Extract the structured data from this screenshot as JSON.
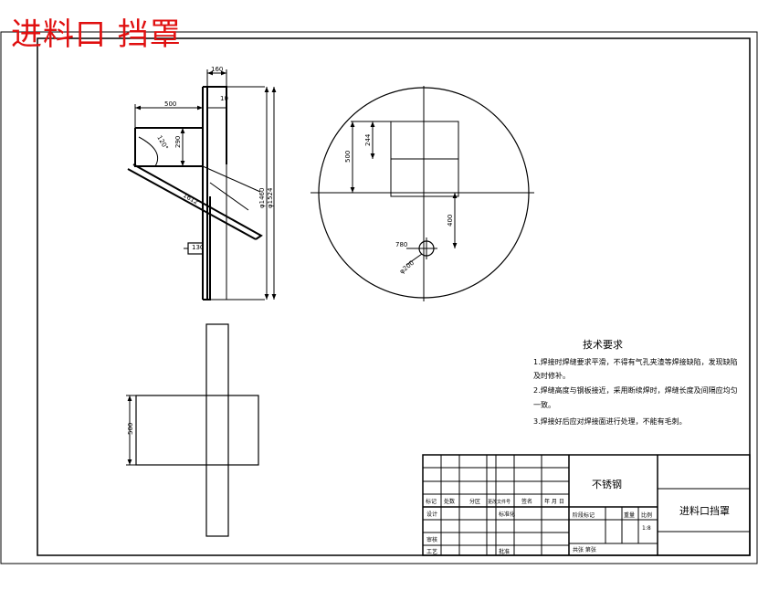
{
  "drawing": {
    "title": "进料口 挡罩",
    "colors": {
      "line": "#000000",
      "title": "#e01010",
      "background": "#ffffff"
    }
  },
  "side_view": {
    "dims": {
      "top_width": "160",
      "plate_thickness": "10",
      "overhang": "500",
      "chute_height": "290",
      "angle": "120°",
      "chute_length": "1612",
      "inner_diameter": "φ1460",
      "outer_diameter": "φ1524",
      "bracket": "130"
    }
  },
  "plan_view": {
    "dims": {
      "opening_height": "244",
      "opening_offset": "500",
      "hole_offset": "400",
      "hole_x": "780",
      "hole_dia": "φ200"
    }
  },
  "front_view": {
    "dims": {
      "width": "500"
    }
  },
  "tech_requirements": {
    "heading": "技术要求",
    "lines": [
      "1.焊接时焊缝要求平滑，不得有气孔夹渣等焊接缺陷，发现缺陷",
      "及时修补。",
      "2.焊缝高度与钢板接近，采用断续焊时，焊缝长度及间隔应均匀",
      "一致。",
      "3.焊接好后应对焊接面进行处理，不能有毛刺。"
    ]
  },
  "title_block": {
    "material": "不锈钢",
    "part_name": "进料口挡罩",
    "headers": [
      "标记",
      "处数",
      "分区",
      "更改文件号",
      "签名",
      "年 月 日"
    ],
    "design": "设计",
    "standardize": "标准化",
    "review": "审核",
    "process": "工艺",
    "approve": "批准",
    "stage_label": "阶段标记",
    "weight_label": "重量",
    "scale_label": "比例",
    "scale_value": "1:8",
    "sheet": "共张 第张"
  }
}
